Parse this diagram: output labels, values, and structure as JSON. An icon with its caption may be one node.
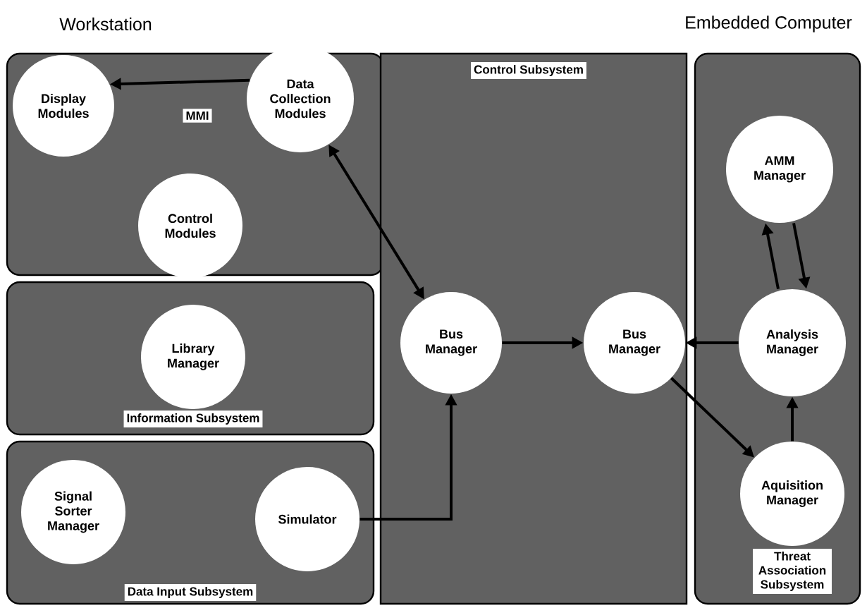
{
  "diagram": {
    "nodes": [
      {
        "text": [
          "MMI"
        ]
      },
      {
        "text": [
          "Display Modules"
        ],
        "in": 0
      },
      {
        "text": [
          "Data Collection Modules"
        ],
        "in": 0
      },
      {
        "text": [
          "Control Modules"
        ],
        "in": 0
      },
      {
        "text": [
          "Control Subsystem"
        ]
      },
      {
        "text": [
          "Bus Manager"
        ],
        "in": 4
      },
      {
        "text": [
          "Bus Manager"
        ],
        "in": 4
      },
      {
        "text": [
          "Information Subsystem"
        ]
      },
      {
        "text": [
          "Library Manager"
        ],
        "in": 7
      },
      {
        "text": [
          "Data Input Subsystem"
        ]
      },
      {
        "text": [
          "Signal Sorter Manager"
        ],
        "in": 9
      },
      {
        "text": [
          "Simulator"
        ],
        "in": 9
      },
      {
        "text": [
          "Threat Association Subsystem"
        ]
      },
      {
        "text": [
          "AMM Manager"
        ],
        "in": 12
      },
      {
        "text": [
          "Analysis Manager"
        ],
        "in": 12
      },
      {
        "text": [
          "Aquisition Manager"
        ],
        "in": 12
      }
    ],
    "edges": [
      {
        "from": 2,
        "to": 1,
        "arrow": "to"
      },
      {
        "from": 5,
        "to": 2,
        "arrow": "both"
      },
      {
        "from": 11,
        "to": 5,
        "arrow": "to"
      },
      {
        "from": 5,
        "to": 6,
        "arrow": "to"
      },
      {
        "from": 14,
        "to": 6,
        "arrow": "to"
      },
      {
        "from": 6,
        "to": 15,
        "arrow": "to"
      },
      {
        "from": 15,
        "to": 14,
        "arrow": "to"
      },
      {
        "from": 14,
        "to": 13,
        "arrow": "to"
      },
      {
        "from": 13,
        "to": 14,
        "arrow": "to"
      }
    ],
    "labels": [
      "Workstation",
      "Embedded Computer"
    ]
  }
}
